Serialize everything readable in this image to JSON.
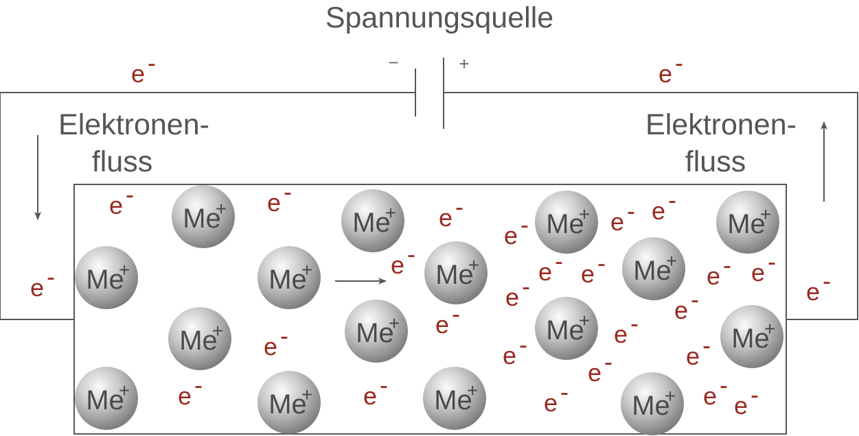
{
  "title": "Spannungsquelle",
  "terminal_minus": "−",
  "terminal_plus": "+",
  "flow_label_left_1": "Elektronen-",
  "flow_label_left_2": "fluss",
  "flow_label_right_1": "Elektronen-",
  "flow_label_right_2": "fluss",
  "electron_label": "e",
  "electron_charge": "-",
  "ion_label": "Me",
  "ion_charge": "+",
  "colors": {
    "electron": "#9a2a20",
    "ion_text": "#4a4a4a",
    "wire": "#555555",
    "text": "#555555"
  }
}
